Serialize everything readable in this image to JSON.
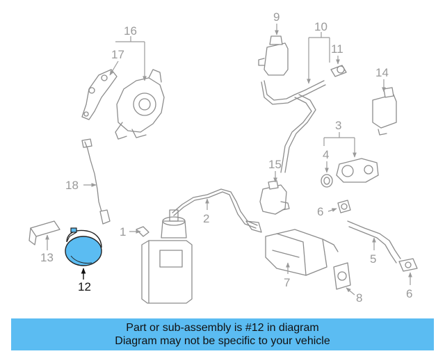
{
  "callouts": {
    "c1": "1",
    "c2": "2",
    "c3": "3",
    "c4": "4",
    "c5": "5",
    "c6a": "6",
    "c6b": "6",
    "c7": "7",
    "c8": "8",
    "c9": "9",
    "c10": "10",
    "c11": "11",
    "c12": "12",
    "c13": "13",
    "c14": "14",
    "c15": "15",
    "c16": "16",
    "c17": "17",
    "c18": "18"
  },
  "highlight": {
    "part_number": "12",
    "color": "#5bbcf2"
  },
  "footer": {
    "line1": "Part or sub-assembly is #12 in diagram",
    "line2": "Diagram may not be specific to your vehicle",
    "background": "#5bbcf2"
  }
}
